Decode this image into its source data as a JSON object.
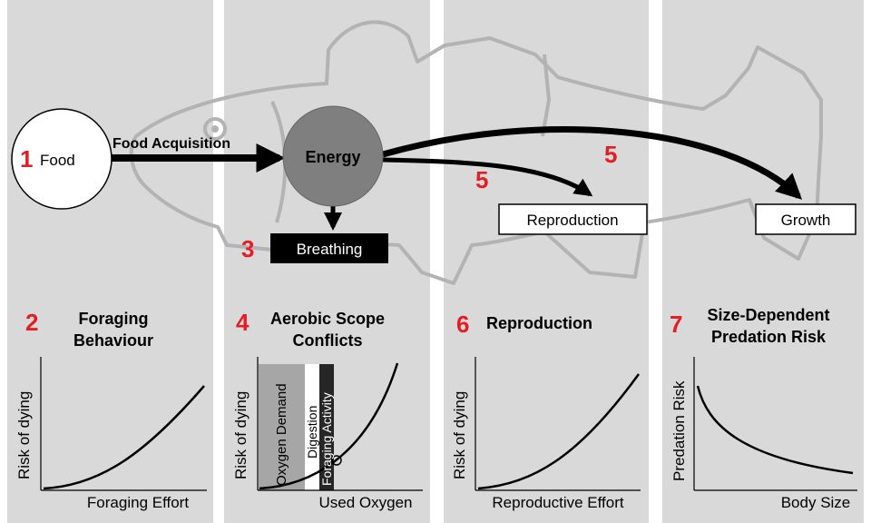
{
  "nodes": {
    "food": "Food",
    "energy": "Energy",
    "breathing": "Breathing",
    "reproduction": "Reproduction",
    "growth": "Growth"
  },
  "flows": {
    "food_acquisition": "Food Acquisition"
  },
  "numbers": {
    "n1": "1",
    "n2": "2",
    "n3": "3",
    "n4": "4",
    "n5a": "5",
    "n5b": "5",
    "n6": "6",
    "n7": "7"
  },
  "panels": [
    {
      "title_line1": "Foraging",
      "title_line2": "Behaviour",
      "ylabel": "Risk of dying",
      "xlabel": "Foraging  Effort"
    },
    {
      "title_line1": "Aerobic Scope",
      "title_line2": "Conflicts",
      "ylabel": "Risk of dying",
      "xlabel": "Used  Oxygen",
      "bars": [
        "Oxygen Demand",
        "Digestion",
        "Foraging Activity"
      ]
    },
    {
      "title_line1": "Reproduction",
      "ylabel": "Risk of dying",
      "xlabel": "Reproductive  Effort"
    },
    {
      "title_line1": "Size-Dependent",
      "title_line2": "Predation Risk",
      "ylabel": "Predation Risk",
      "xlabel": "Body Size"
    }
  ],
  "colors": {
    "panel_bg": "#d9d9d9",
    "accent_red": "#e31e24",
    "energy_fill": "#7f7f7f",
    "fish_outline": "#b3b3b3"
  }
}
